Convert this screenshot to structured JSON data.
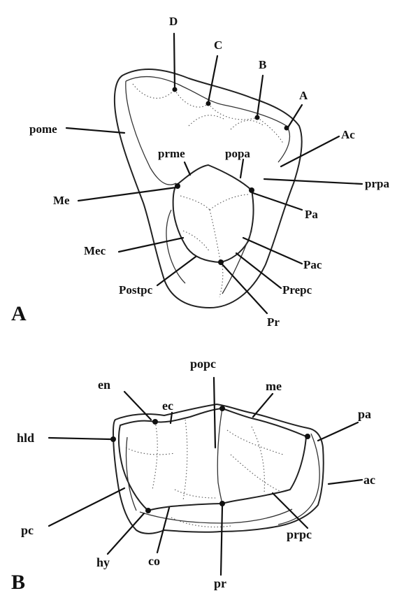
{
  "panel_a": {
    "panel_label": "A",
    "labels": {
      "D": "D",
      "C": "C",
      "B": "B",
      "A": "A",
      "pome": "pome",
      "prme": "prme",
      "popa": "popa",
      "Ac": "Ac",
      "prpa": "prpa",
      "Me": "Me",
      "Pa": "Pa",
      "Mec": "Mec",
      "Pac": "Pac",
      "Postpc": "Postpc",
      "Prepc": "Prepc",
      "Pr": "Pr"
    }
  },
  "panel_b": {
    "panel_label": "B",
    "labels": {
      "popc": "popc",
      "en": "en",
      "ec": "ec",
      "me": "me",
      "pa": "pa",
      "hld": "hld",
      "ac": "ac",
      "pc": "pc",
      "prpc": "prpc",
      "hy": "hy",
      "co": "co",
      "pr": "pr"
    }
  }
}
